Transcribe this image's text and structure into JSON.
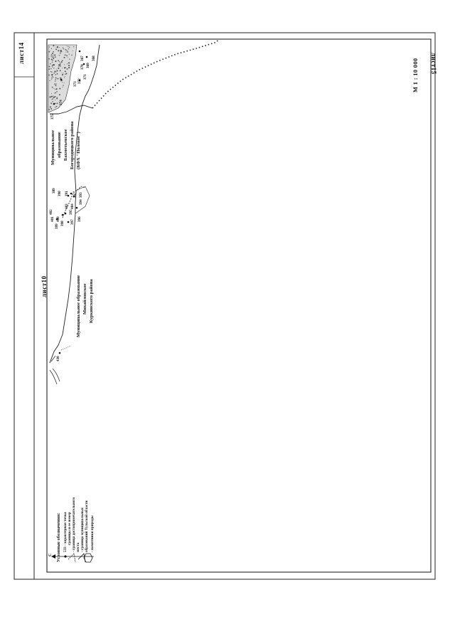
{
  "sheet": {
    "label": "лист14",
    "neighbor_left": "лист10",
    "neighbor_right": "лист15",
    "scale": "М 1 : 10 000",
    "north": "С"
  },
  "areas": {
    "mikhaylovskoe": [
      "Муниципальное образование",
      "Михайловское",
      "Куркинского района"
    ],
    "bakhmetevskoe": [
      "Муниципальное",
      "образование",
      "Бахметьевское",
      "Богородицкого района",
      "(КФХ \"Полевое\")"
    ]
  },
  "points": [
    "367",
    "368",
    "369",
    "370",
    "371",
    "372",
    "373",
    "374",
    "375",
    "389",
    "390",
    "391",
    "392",
    "393",
    "394",
    "395",
    "396",
    "397",
    "398",
    "399",
    "400",
    "401",
    "402",
    "403",
    "404",
    "430"
  ],
  "legend": {
    "title": "Условные обозначения:",
    "items": [
      {
        "icon": "boundary-point-icon",
        "lines": [
          "533 - характерная точка",
          "границы и ее номер"
        ]
      },
      {
        "icon": "landmark-boundary-icon",
        "lines": [
          "- граница достопримечательного",
          "места"
        ]
      },
      {
        "icon": "municipal-boundary-icon",
        "lines": [
          "- граница муниципальных",
          "образований Тульской области"
        ]
      },
      {
        "icon": "nature-monument-icon",
        "lines": [
          "- памятники природы"
        ]
      }
    ]
  },
  "colors": {
    "ink": "#111111",
    "stipple": "#555555"
  }
}
